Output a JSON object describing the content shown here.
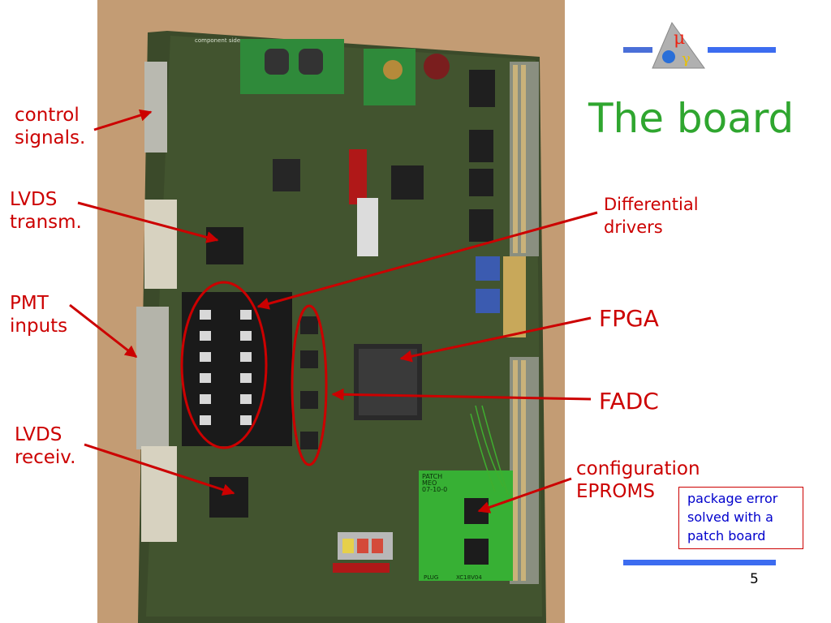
{
  "slide": {
    "title": "The board",
    "page_number": "5",
    "accent_color": "#2fa62f",
    "label_color": "#cc0000",
    "note_color": "#0000cc"
  },
  "labels": {
    "control_signals": [
      "control",
      "signals."
    ],
    "lvds_transm": [
      "LVDS",
      "transm."
    ],
    "pmt_inputs": [
      "PMT",
      "inputs"
    ],
    "lvds_receiv": [
      "LVDS",
      "receiv."
    ],
    "differential_drivers": [
      "Differential",
      "drivers"
    ],
    "fpga": "FPGA",
    "fadc": "FADC",
    "configuration_eproms": [
      "configuration",
      "EPROMS"
    ]
  },
  "note": [
    "package error",
    "solved with a",
    "patch board"
  ],
  "board_silkscreen": {
    "component_side": "component side",
    "patch_text": [
      "PATCH",
      "MEO",
      "07-10-0"
    ],
    "plug": "PLUG",
    "xc": "XC18V04"
  }
}
